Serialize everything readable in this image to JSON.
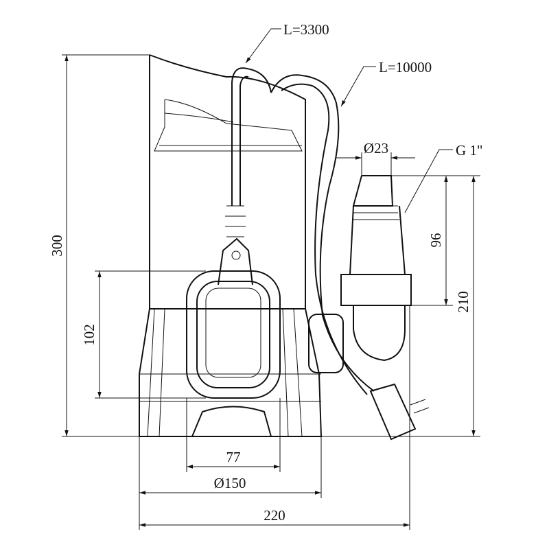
{
  "drawing": {
    "cable_float_length": "L=3300",
    "cable_power_length": "L=10000",
    "outlet_diameter": "Ø23",
    "thread": "G 1\"",
    "outlet_height": "96",
    "outlet_total_height": "210",
    "total_height": "300",
    "float_height": "102",
    "float_width": "77",
    "base_diameter": "Ø150",
    "total_width": "220"
  }
}
